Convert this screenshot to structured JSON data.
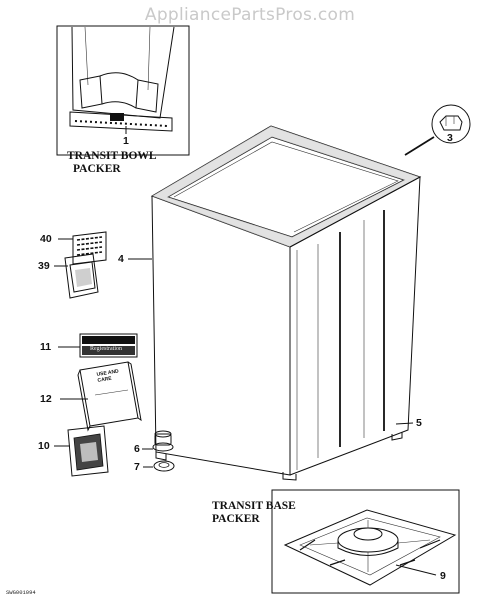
{
  "watermark": "AppliancePartsPros.com",
  "captions": {
    "transit_bowl_line1": "TRANSIT BOWL",
    "transit_bowl_line2": "PACKER",
    "transit_base_line1": "TRANSIT BASE",
    "transit_base_line2": "PACKER"
  },
  "callouts": {
    "c1": "1",
    "c3": "3",
    "c4": "4",
    "c5": "5",
    "c6": "6",
    "c7": "7",
    "c9": "9",
    "c10": "10",
    "c11": "11",
    "c12": "12",
    "c39": "39",
    "c40": "40"
  },
  "drawing_code": "SWG001094",
  "part_graphics": {
    "manual_text": "USE AND CARE",
    "label_text": "Regiestration"
  },
  "colors": {
    "ink": "#111111",
    "watermark": "#c9c9c9",
    "paper": "#ffffff"
  }
}
